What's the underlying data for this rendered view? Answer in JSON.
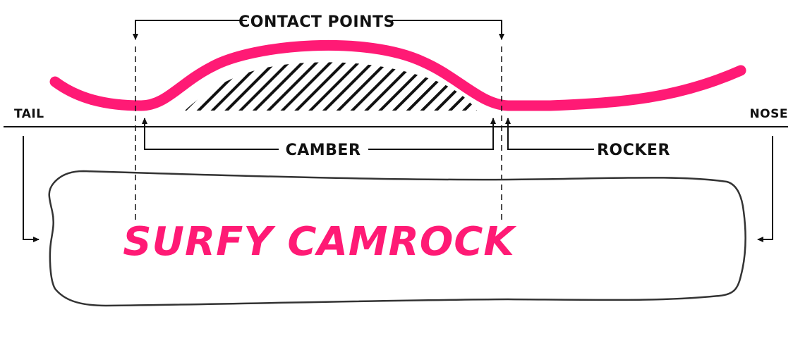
{
  "labels": {
    "contact_points": "CONTACT POINTS",
    "tail": "TAIL",
    "nose": "NOSE",
    "camber": "CAMBER",
    "rocker": "ROCKER"
  },
  "title": "SURFY CAMROCK",
  "colors": {
    "accent": "#ff1a75",
    "ink": "#111111",
    "background": "#ffffff"
  }
}
